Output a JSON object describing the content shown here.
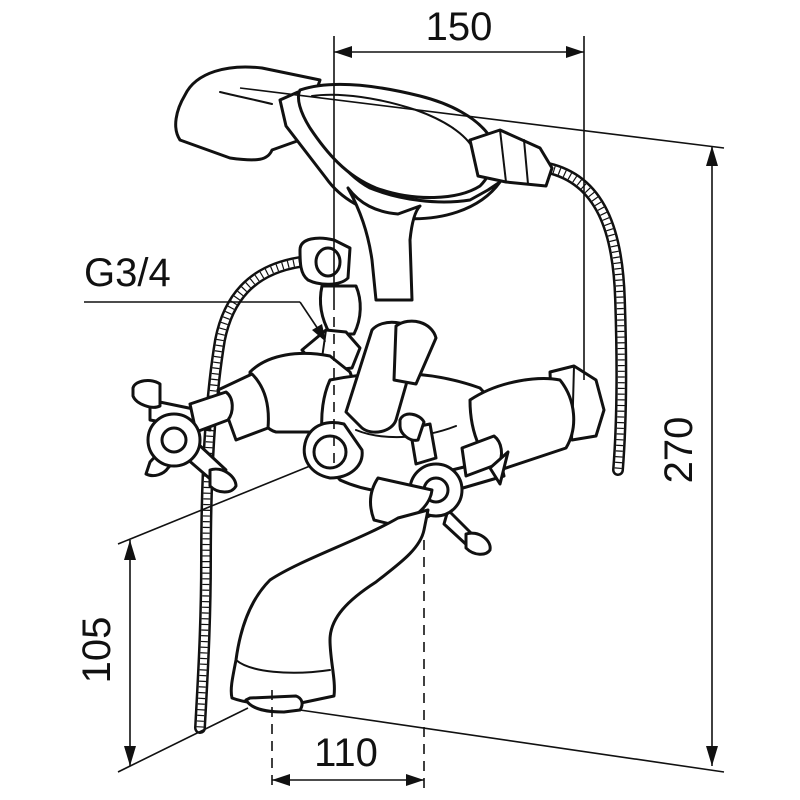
{
  "dimensions": {
    "width_top": "150",
    "height_total": "270",
    "height_spout": "105",
    "spacing_bottom": "110"
  },
  "thread_label": "G3/4"
}
